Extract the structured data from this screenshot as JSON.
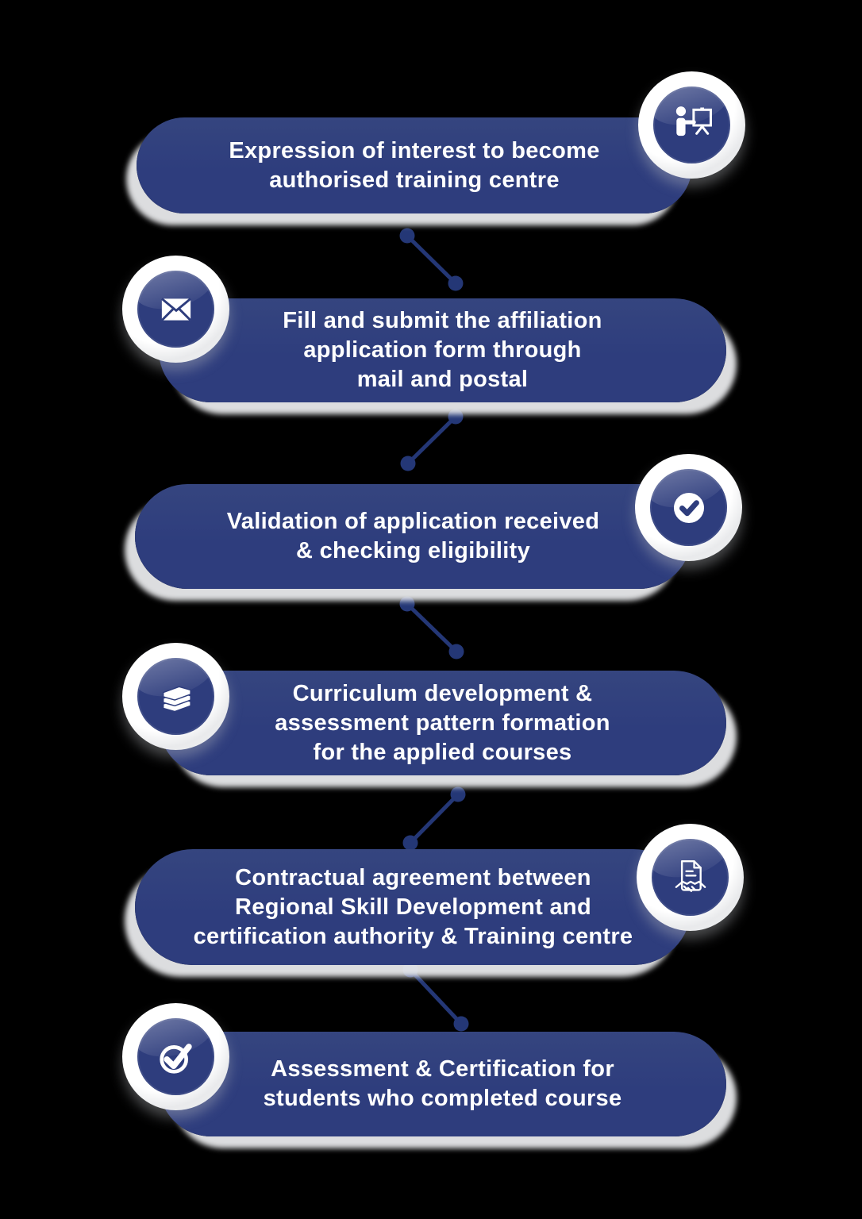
{
  "background": "#000000",
  "colors": {
    "pill": "#2e3d7d",
    "pill-hi": "#35457f",
    "connector": "#243776",
    "text": "#ffffff",
    "badge-outer": "#e9eaec",
    "badge-ring": "#ffffff",
    "badge-core": "#2e3d7d"
  },
  "diagram_type": "process-flow",
  "steps": [
    {
      "icon": "presenter-icon",
      "icon_side": "right",
      "lines": [
        "Expression of interest to become",
        "authorised training centre"
      ]
    },
    {
      "icon": "mail-icon",
      "icon_side": "left",
      "lines": [
        "Fill and submit the affiliation",
        "application form through",
        "mail and postal"
      ]
    },
    {
      "icon": "check-circle-icon",
      "icon_side": "right",
      "lines": [
        "Validation of application received",
        "& checking eligibility"
      ]
    },
    {
      "icon": "books-icon",
      "icon_side": "left",
      "lines": [
        "Curriculum development &",
        "assessment pattern formation",
        "for the applied courses"
      ]
    },
    {
      "icon": "agreement-icon",
      "icon_side": "right",
      "lines": [
        "Contractual agreement between",
        "Regional Skill Development and",
        "certification authority & Training centre"
      ]
    },
    {
      "icon": "check-badge-icon",
      "icon_side": "left",
      "lines": [
        "Assessment & Certification for",
        "students who completed course"
      ]
    }
  ]
}
